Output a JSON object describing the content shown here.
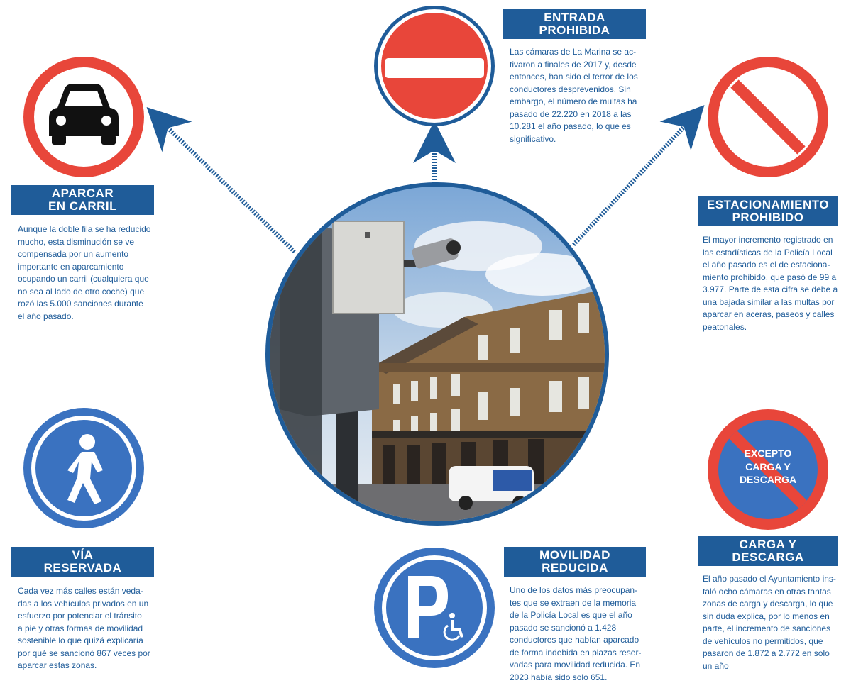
{
  "colors": {
    "banner_blue": "#1f5c99",
    "sign_red": "#e8463a",
    "sign_blue": "#3a72c0",
    "text_blue": "#1f5c99"
  },
  "entrada": {
    "title": [
      "ENTRADA",
      "PROHIBIDA"
    ],
    "body": [
      "Las cámaras de La Marina se ac-",
      "tivaron a finales de 2017 y, desde",
      "entonces, han sido el terror de los",
      "conductores desprevenidos. Sin",
      "embargo, el número de multas ha",
      "pasado de 22.220 en 2018  a las",
      "10.281 el año pasado, lo que es",
      "significativo."
    ]
  },
  "aparcar": {
    "title": [
      "APARCAR",
      "EN CARRIL"
    ],
    "body": [
      "Aunque la doble fila se ha reducido",
      "mucho, esta disminución se ve",
      "compensada por un aumento",
      "importante en aparcamiento",
      "ocupando un carril (cualquiera que",
      "no sea al lado de otro coche) que",
      "rozó las 5.000 sanciones durante",
      "el año pasado."
    ]
  },
  "estacionamiento": {
    "title": [
      "ESTACIONAMIENTO",
      "PROHIBIDO"
    ],
    "body": [
      "El mayor incremento registrado en",
      "las estadísticas de la Policía Local",
      "el año pasado es el de estaciona-",
      "miento prohibido, que pasó de 99 a",
      "3.977. Parte de esta cifra se debe a",
      "una bajada similar a las multas por",
      "aparcar en aceras, paseos y calles",
      "peatonales."
    ]
  },
  "via": {
    "title": [
      "VÍA",
      "RESERVADA"
    ],
    "body": [
      "Cada vez más calles están veda-",
      "das a los vehículos privados en un",
      "esfuerzo por potenciar el tránsito",
      "a pie y otras formas de movilidad",
      "sostenible lo que quizá explicaría",
      "por qué se sancionó 867 veces por",
      "aparcar estas zonas."
    ]
  },
  "movilidad": {
    "title": [
      "MOVILIDAD",
      "REDUCIDA"
    ],
    "body": [
      "Uno de los datos más preocupan-",
      "tes que se extraen de la memoria",
      "de la Policía Local es que el año",
      "pasado se sancionó a 1.428",
      "conductores que habían aparcado",
      "de forma indebida en plazas reser-",
      "vadas para movilidad reducida. En",
      "2023 había sido solo 651."
    ]
  },
  "carga": {
    "title": [
      "CARGA Y",
      "DESCARGA"
    ],
    "sign_text": [
      "EXCEPTO",
      "CARGA Y",
      "DESCARGA"
    ],
    "body": [
      "El año pasado el Ayuntamiento ins-",
      "taló ocho cámaras en otras tantas",
      "zonas de carga y descarga, lo que",
      "sin duda explica, por lo menos en",
      "parte, el incremento de sanciones",
      "de vehículos no permitidos, que",
      "pasaron de 1.872 a 2.772 en solo",
      "un año"
    ]
  },
  "icons": [
    "car-icon",
    "no-entry-icon",
    "no-parking-icon",
    "pedestrian-icon",
    "disabled-parking-icon",
    "loading-zone-icon",
    "camera-photo"
  ]
}
